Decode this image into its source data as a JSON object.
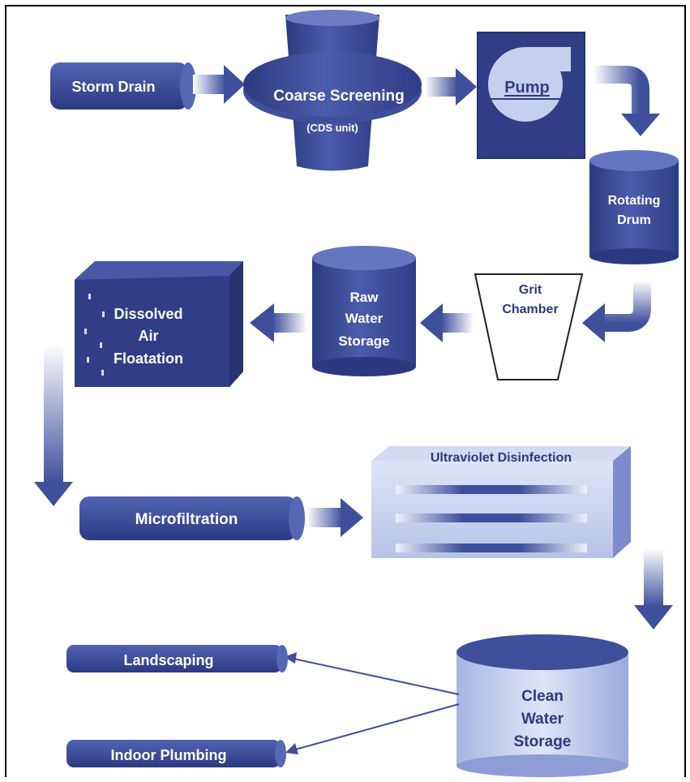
{
  "nodes": {
    "storm_drain": "Storm Drain",
    "coarse_screening": "Coarse Screening",
    "cds_unit": "(CDS unit)",
    "pump": "Pump",
    "rotating_drum_1": "Rotating",
    "rotating_drum_2": "Drum",
    "grit_chamber_1": "Grit",
    "grit_chamber_2": "Chamber",
    "raw_water_1": "Raw",
    "raw_water_2": "Water",
    "raw_water_3": "Storage",
    "daf_1": "Dissolved",
    "daf_2": "Air",
    "daf_3": "Floatation",
    "microfiltration": "Microfiltration",
    "uv": "Ultraviolet Disinfection",
    "clean_water_1": "Clean",
    "clean_water_2": "Water",
    "clean_water_3": "Storage",
    "landscaping": "Landscaping",
    "indoor_plumbing": "Indoor Plumbing"
  },
  "colors": {
    "primary": "#3e4f9c",
    "dark": "#2b3a80",
    "light": "#c9d1ee",
    "label": "#ffffff"
  }
}
